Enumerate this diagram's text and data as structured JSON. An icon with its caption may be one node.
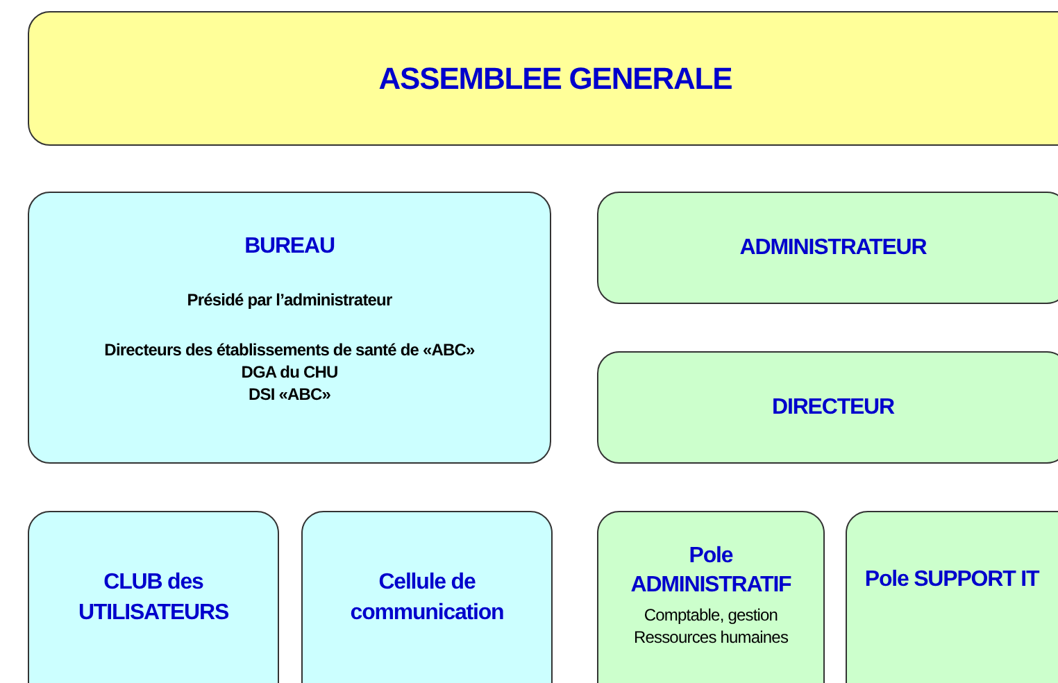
{
  "diagram": {
    "nodes": [
      {
        "text": [
          "ASSEMBLEE GENERALE"
        ]
      },
      {
        "text": [
          "BUREAU",
          "Présidé par l’administrateur",
          "Directeurs des établissements de santé de «ABC»",
          "DGA du CHU",
          "DSI «ABC»"
        ]
      },
      {
        "text": [
          "ADMINISTRATEUR"
        ]
      },
      {
        "text": [
          "DIRECTEUR"
        ]
      },
      {
        "text": [
          "CLUB des UTILISATEURS"
        ]
      },
      {
        "text": [
          "Cellule de communication"
        ]
      },
      {
        "text": [
          "Pole ADMINISTRATIF",
          "Comptable, gestion Ressources humaines"
        ]
      },
      {
        "text": [
          "Pole SUPPORT IT"
        ]
      }
    ]
  }
}
